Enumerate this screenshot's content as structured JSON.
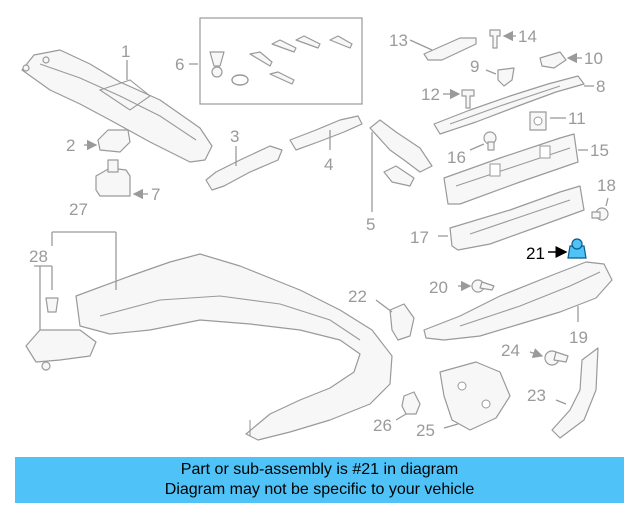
{
  "diagram": {
    "labels": {
      "l1": "1",
      "l2": "2",
      "l3": "3",
      "l4": "4",
      "l5": "5",
      "l6": "6",
      "l7": "7",
      "l8": "8",
      "l9": "9",
      "l10": "10",
      "l11": "11",
      "l12": "12",
      "l13": "13",
      "l14": "14",
      "l15": "15",
      "l16": "16",
      "l17": "17",
      "l18": "18",
      "l19": "19",
      "l20": "20",
      "l21": "21",
      "l22": "22",
      "l23": "23",
      "l24": "24",
      "l25": "25",
      "l26": "26",
      "l27": "27",
      "l28": "28"
    },
    "highlighted_part": "21",
    "highlight_color": "#4fc3f7"
  },
  "banner": {
    "line1": "Part or sub-assembly is #21 in diagram",
    "line2": "Diagram may not be specific to your vehicle",
    "color": "#4fc3f7"
  }
}
